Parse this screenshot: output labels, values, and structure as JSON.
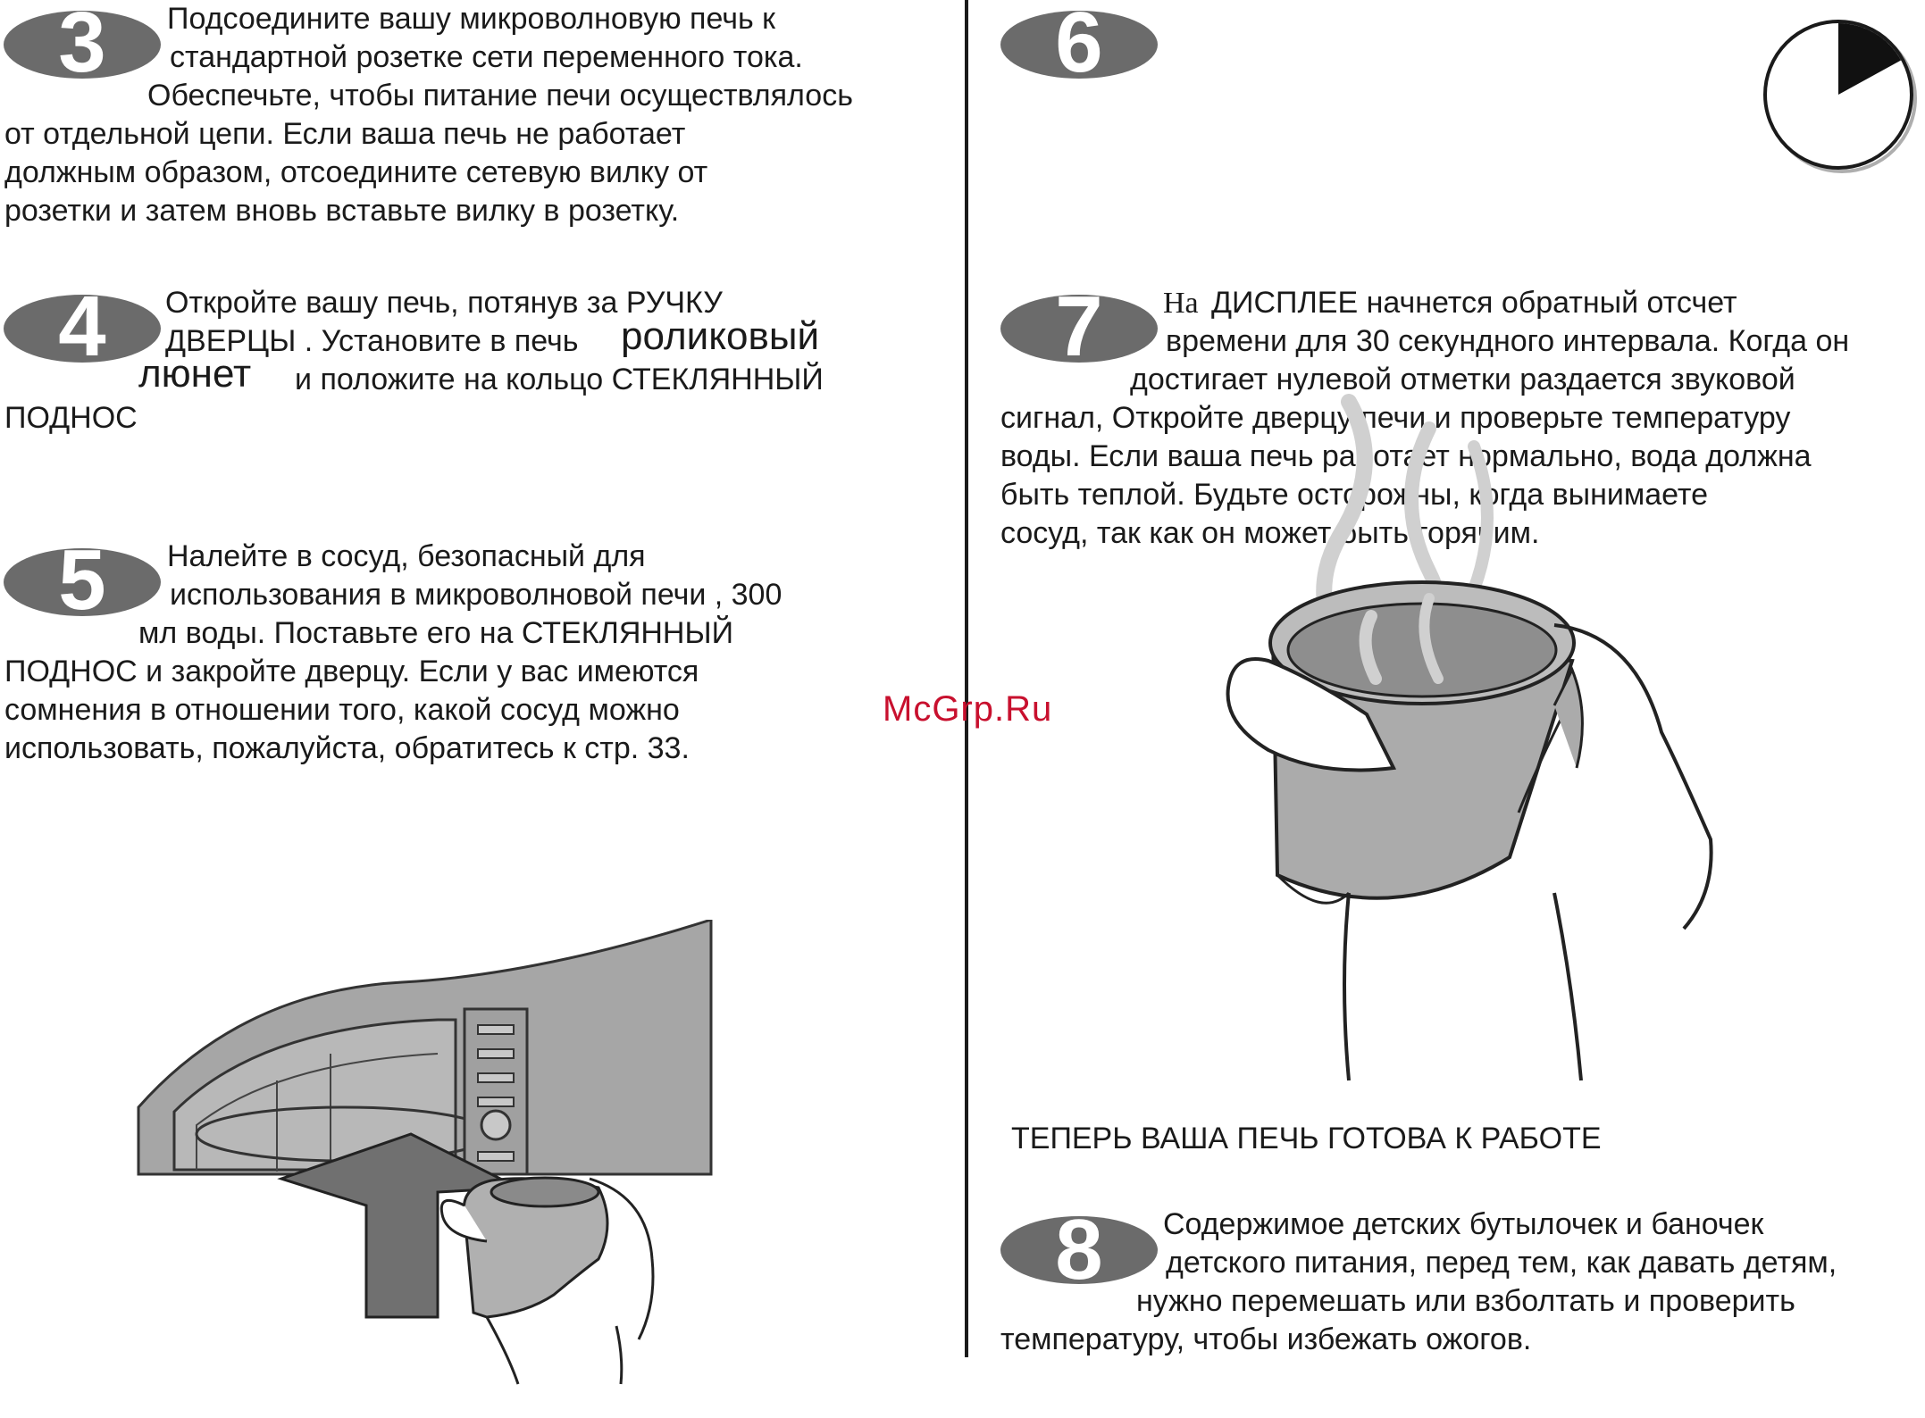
{
  "steps": {
    "s3": {
      "number": "3",
      "lines": [
        "Подсоедините вашу микроволновую печь к",
        "стандартной розетке сети переменного тока.",
        "Обеспечьте, чтобы питание печи осуществлялось",
        "от отдельной цепи.  Если ваша печь не работает",
        "должным образом, отсоедините сетевую вилку от",
        "розетки и затем вновь вставьте вилку в розетку."
      ]
    },
    "s4": {
      "number": "4",
      "line1": "Откройте вашу печь, потянув за  РУЧКУ",
      "line2a": "ДВЕРЦЫ . Установите в печь",
      "line2b": "роликовый",
      "line3a": "люнет",
      "line3b": "и положите на кольцо  СТЕКЛЯННЫЙ",
      "line4": "ПОДНОС"
    },
    "s5": {
      "number": "5",
      "lines": [
        "Налейте в сосуд, безопасный для",
        "использования в микроволновой печи , 300",
        "мл воды. Поставьте его на  СТЕКЛЯННЫЙ",
        "ПОДНОС  и закройте дверцу. Если у вас имеются",
        "сомнения в отношении того, какой сосуд можно",
        "использовать, пожалуйста, обратитесь к стр. 33."
      ]
    },
    "s6": {
      "number": "6"
    },
    "s7": {
      "number": "7",
      "line1a": "На",
      "line1b": "ДИСПЛЕЕ  начнется обратный отсчет",
      "lines": [
        "времени для 30 секундного интервала. Когда он",
        "достигает нулевой отметки раздается звуковой",
        "сигнал, Откройте дверцу печи и проверьте температуру",
        "воды. Если ваша печь работает нормально, вода должна",
        "быть теплой.  Будьте осторожны, когда вынимаете",
        "сосуд, так как он может быть горячим."
      ]
    },
    "s8": {
      "number": "8",
      "lines": [
        "Содержимое детских бутылочек и баночек",
        "детского питания, перед тем, как давать детям,",
        "нужно перемешать или взболтать и проверить",
        "температуру, чтобы избежать ожогов."
      ]
    }
  },
  "ready_text": "ТЕПЕРЬ ВАША ПЕЧЬ ГОТОВА К РАБОТЕ",
  "watermark": "McGrp.Ru",
  "timer": {
    "elapsed_fraction": 0.17
  },
  "colors": {
    "badge": "#6b6b6b",
    "text": "#1a1a1a",
    "illustration": "#a6a6a6",
    "arrow": "#707070",
    "watermark": "#c8102e"
  },
  "icons": {
    "badges": "oval-number-badge",
    "timer": "timer-icon",
    "oven": "microwave-illustration",
    "cup": "hand-holding-cup-illustration"
  }
}
